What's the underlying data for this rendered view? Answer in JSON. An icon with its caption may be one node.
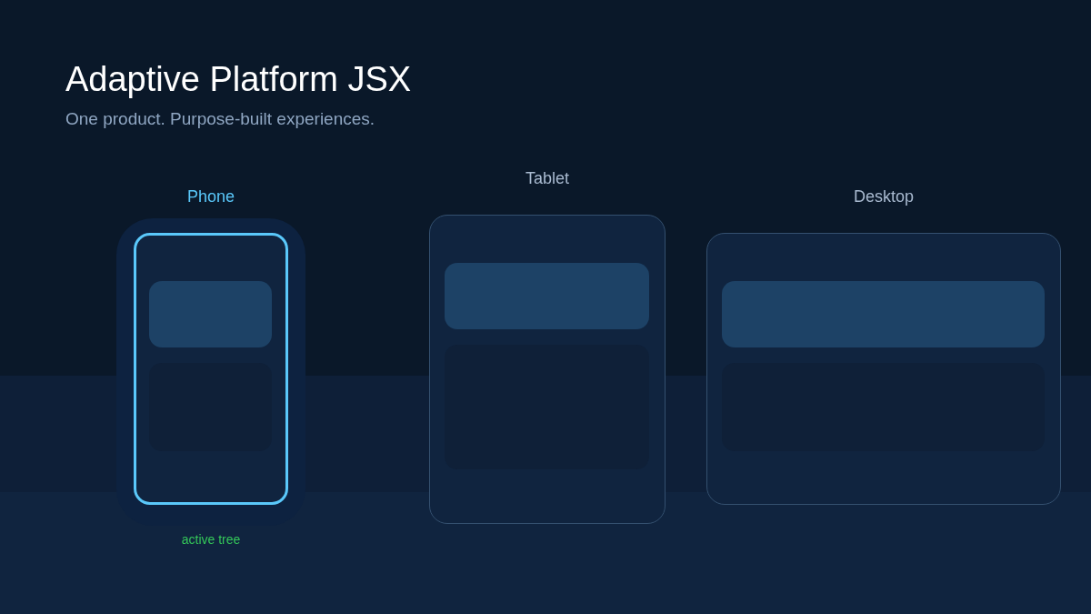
{
  "diagram": {
    "title": "Adaptive Platform JSX",
    "caption": "One product. Purpose-built experiences.",
    "nodes": [
      {
        "text": [
          "Phone"
        ],
        "beside": [
          "active tree"
        ]
      },
      {
        "text": [],
        "shape": "box",
        "in": 0
      },
      {
        "text": [],
        "shape": "box",
        "in": 0
      },
      {
        "text": [
          "Tablet"
        ]
      },
      {
        "text": [],
        "shape": "box",
        "in": 3
      },
      {
        "text": [],
        "shape": "box",
        "in": 3
      },
      {
        "text": [
          "Desktop"
        ]
      },
      {
        "text": [],
        "shape": "box",
        "in": 6
      },
      {
        "text": [],
        "shape": "box",
        "in": 6
      }
    ]
  }
}
